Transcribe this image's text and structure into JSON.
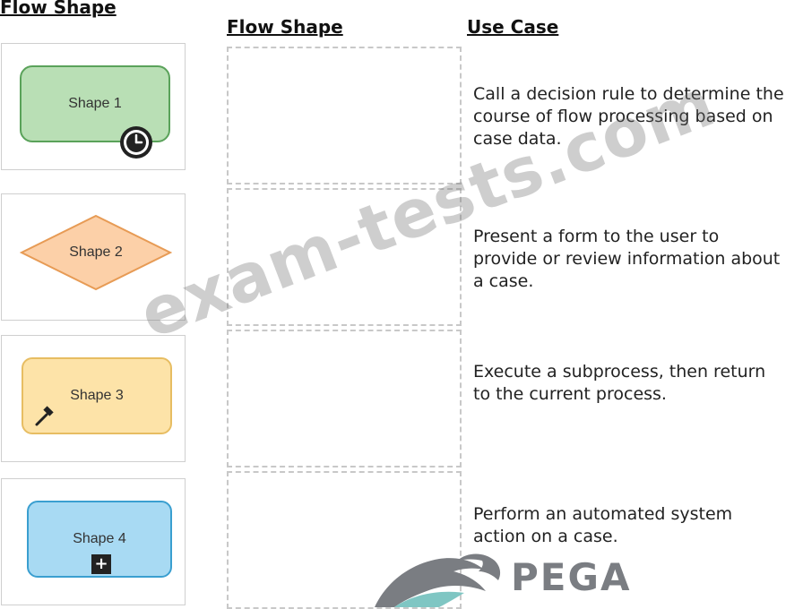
{
  "source_column": {
    "heading": "Flow Shape",
    "shapes": [
      {
        "label": "Shape 1",
        "fill": "#b9dfb5",
        "border": "#5aa25a",
        "icon": "clock-icon"
      },
      {
        "label": "Shape 2",
        "fill": "#fcd0a8",
        "border": "#e79b55",
        "icon": "none"
      },
      {
        "label": "Shape 3",
        "fill": "#fde3a8",
        "border": "#e7bd62",
        "icon": "hammer-icon"
      },
      {
        "label": "Shape 4",
        "fill": "#a8daf3",
        "border": "#3a9fd0",
        "icon": "plus-icon"
      }
    ]
  },
  "target_column": {
    "heading": "Flow Shape"
  },
  "use_case_column": {
    "heading": "Use Case",
    "items": [
      {
        "lines": [
          "Call a decision rule to determine the",
          "course of flow processing based on",
          "case data."
        ]
      },
      {
        "lines": [
          "Present a form to the user to",
          "provide or review information about",
          "a case."
        ]
      },
      {
        "lines": [
          "Execute a subprocess, then return",
          "to the current process."
        ]
      },
      {
        "lines": [
          "Perform an automated system",
          "action on a case."
        ]
      }
    ]
  },
  "watermark": "exam-tests.com",
  "logo": {
    "text": "PEGA",
    "color": "#7a7d82",
    "accent": "#7fc6c3"
  }
}
